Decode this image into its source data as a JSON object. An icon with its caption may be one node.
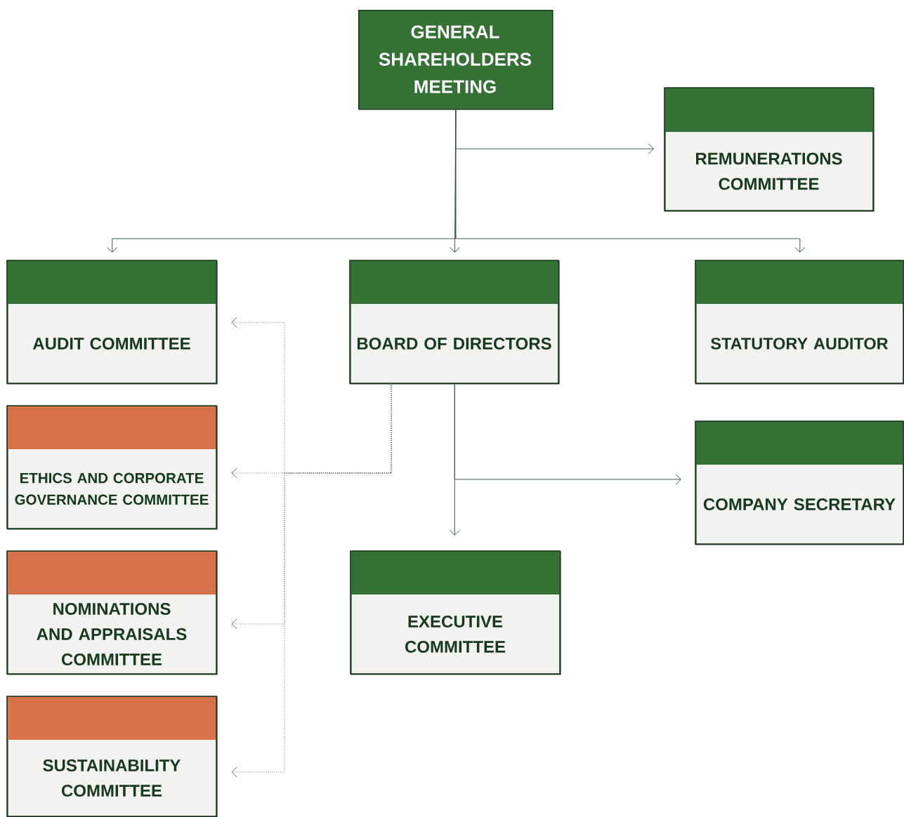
{
  "diagram": {
    "nodes": [
      {
        "text": [
          "GENERAL SHAREHOLDERS MEETING"
        ]
      },
      {
        "text": [
          "REMUNERATIONS COMMITTEE"
        ]
      },
      {
        "text": [
          "AUDIT COMMITTEE"
        ]
      },
      {
        "text": [
          "BOARD OF DIRECTORS"
        ]
      },
      {
        "text": [
          "STATUTORY AUDITOR"
        ]
      },
      {
        "text": [
          "ETHICS AND CORPORATE GOVERNANCE COMMITTEE"
        ]
      },
      {
        "text": [
          "COMPANY SECRETARY"
        ]
      },
      {
        "text": [
          "NOMINATIONS AND APPRAISALS COMMITTEE"
        ]
      },
      {
        "text": [
          "EXECUTIVE COMMITTEE"
        ]
      },
      {
        "text": [
          "SUSTAINABILITY COMMITTEE"
        ]
      }
    ],
    "edges": [
      {
        "from": 0,
        "to": 1,
        "arrow": "to"
      },
      {
        "from": 0,
        "to": 2,
        "arrow": "to"
      },
      {
        "from": 0,
        "to": 3,
        "arrow": "to"
      },
      {
        "from": 0,
        "to": 4,
        "arrow": "to"
      },
      {
        "from": 3,
        "to": 2,
        "arrow": "to",
        "style": "dashed"
      },
      {
        "from": 3,
        "to": 5,
        "arrow": "to",
        "style": "dashed"
      },
      {
        "from": 3,
        "to": 7,
        "arrow": "to",
        "style": "dashed"
      },
      {
        "from": 3,
        "to": 9,
        "arrow": "to",
        "style": "dashed"
      },
      {
        "from": 3,
        "to": 6,
        "arrow": "to"
      },
      {
        "from": 3,
        "to": 8,
        "arrow": "to"
      }
    ]
  }
}
